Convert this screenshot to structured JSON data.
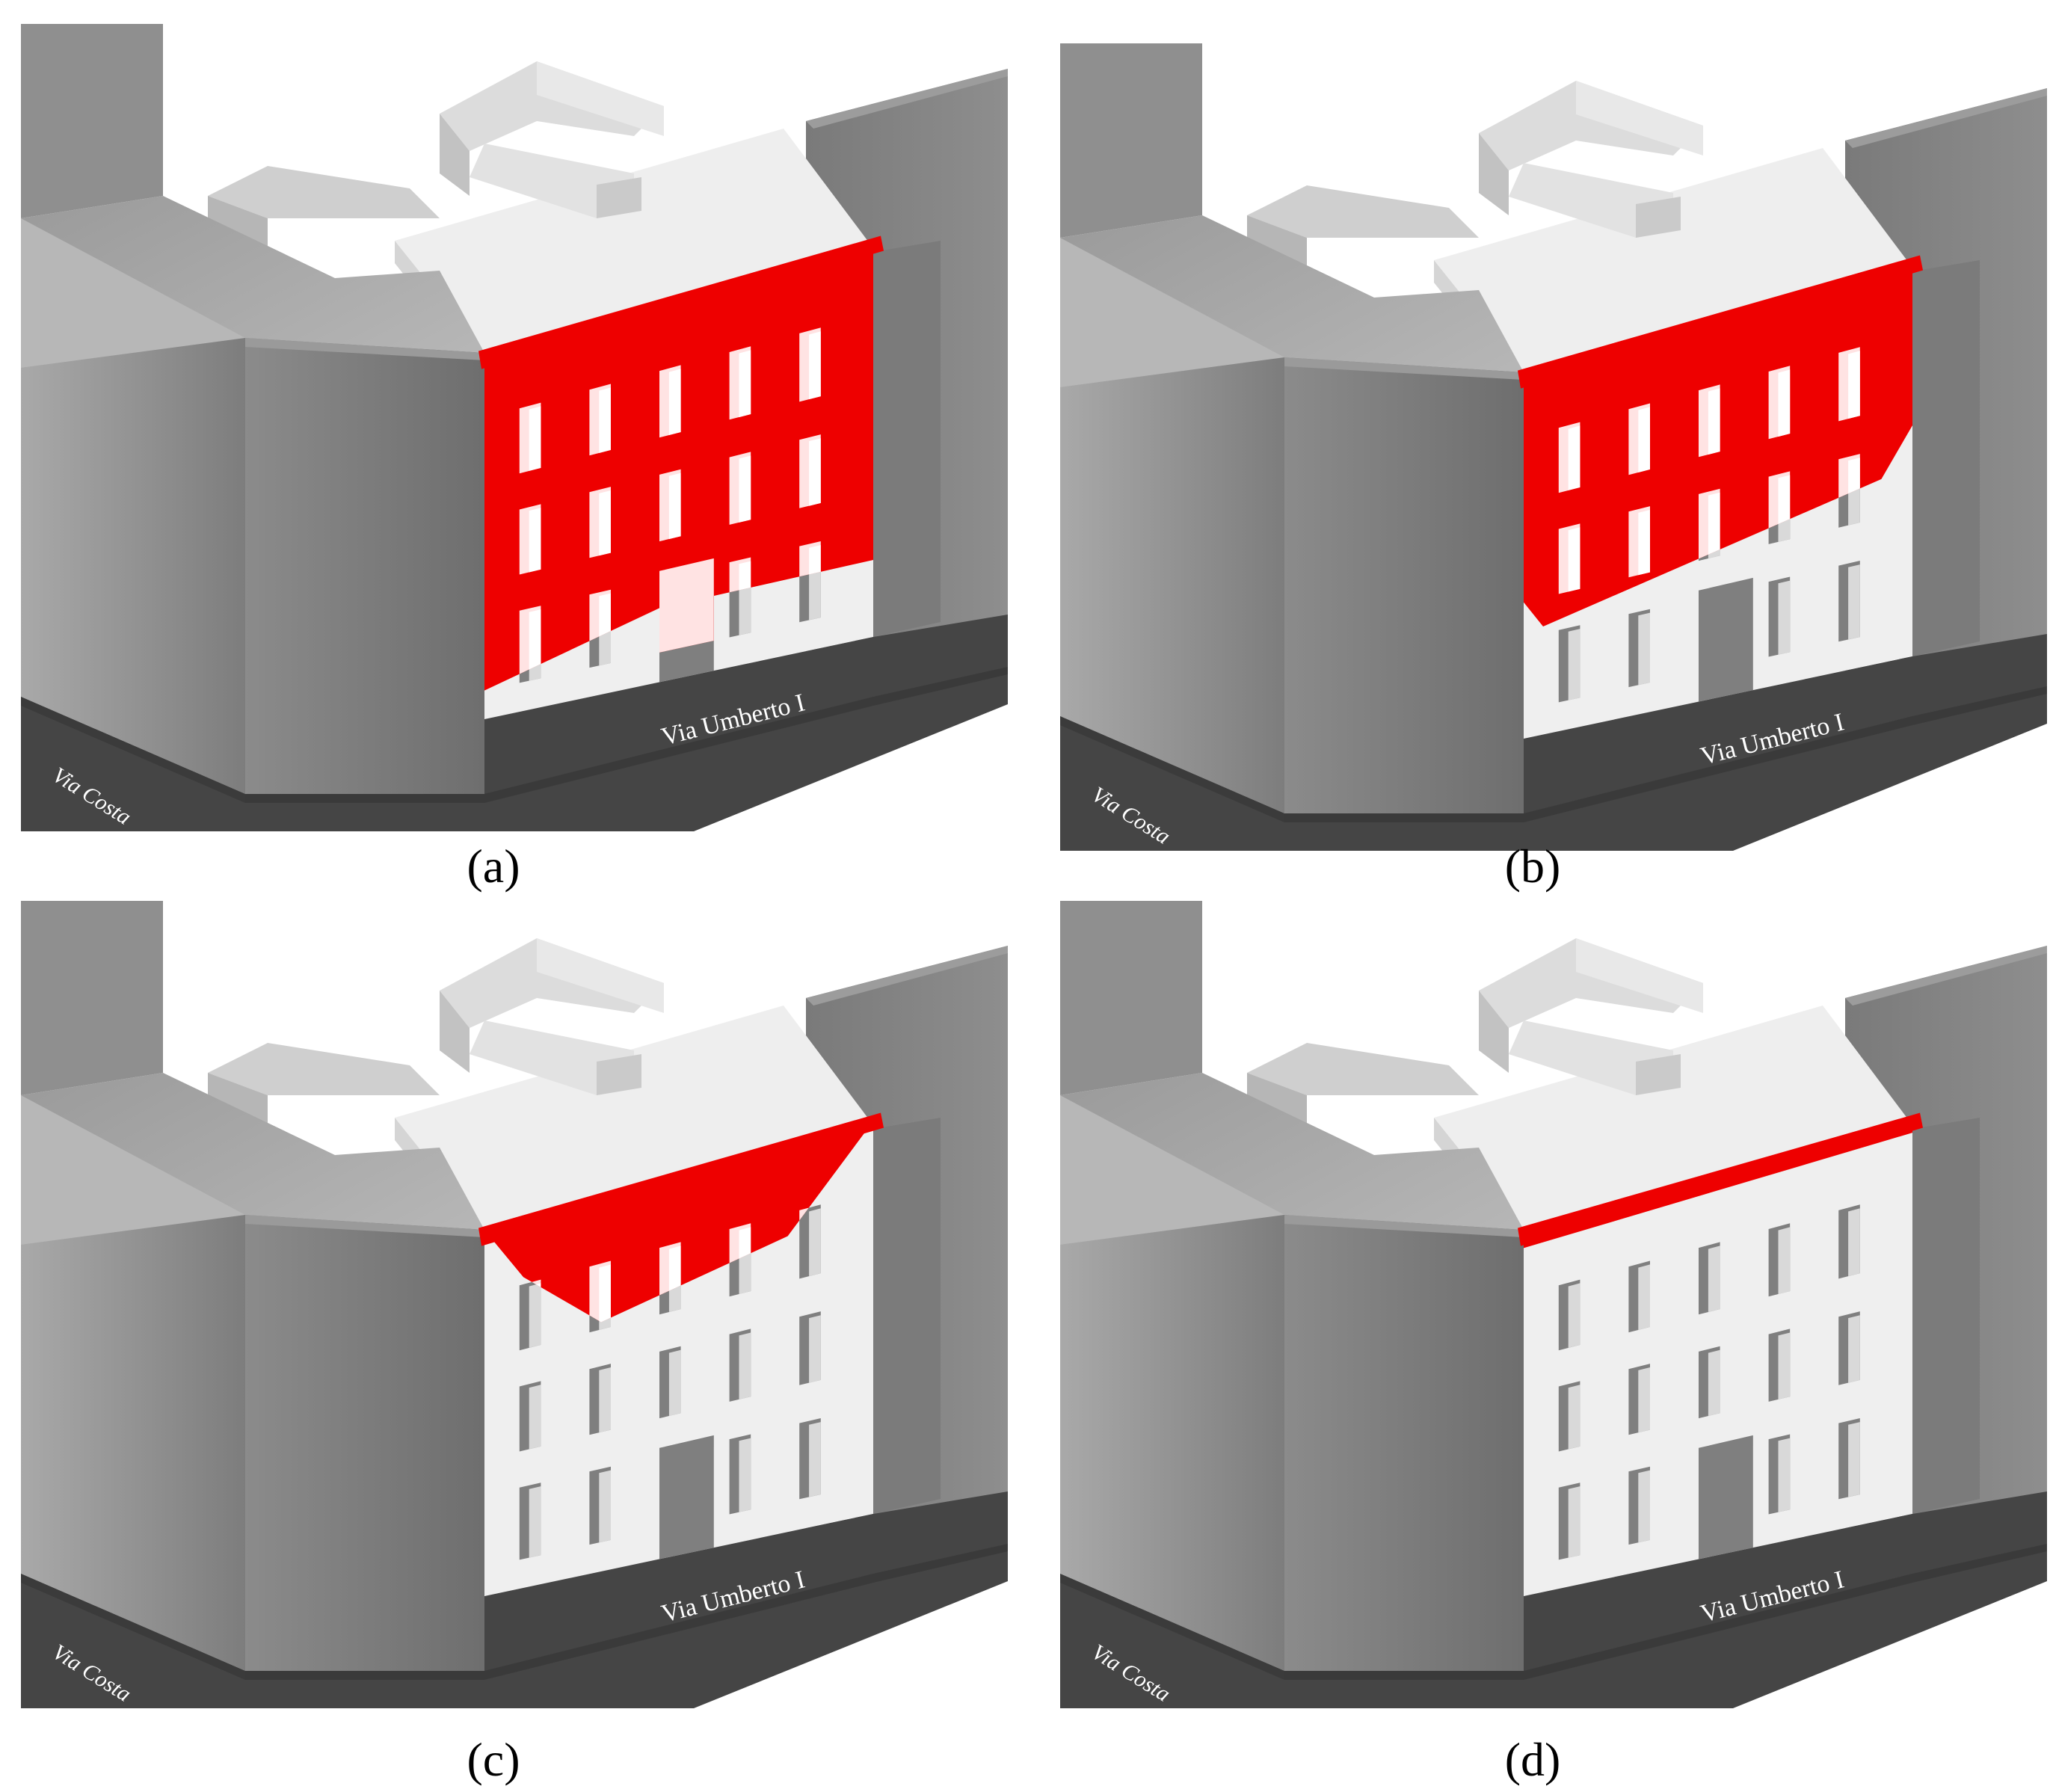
{
  "panels": [
    {
      "id": "a",
      "caption": "(a)",
      "street_side": "Via Costa",
      "street_front": "Via Umberto I",
      "highlight": "full-facade"
    },
    {
      "id": "b",
      "caption": "(b)",
      "street_side": "Via Costa",
      "street_front": "Via Umberto I",
      "highlight": "upper-floors-stepped"
    },
    {
      "id": "c",
      "caption": "(c)",
      "street_side": "Via Costa",
      "street_front": "Via Umberto I",
      "highlight": "top-wedge"
    },
    {
      "id": "d",
      "caption": "(d)",
      "street_side": "Via Costa",
      "street_front": "Via Umberto I",
      "highlight": "cornice-only"
    }
  ],
  "colors": {
    "highlight": "#ee0000",
    "building_white": "#eeeeee",
    "building_gray": "#8a8a8a",
    "street": "#454545"
  }
}
